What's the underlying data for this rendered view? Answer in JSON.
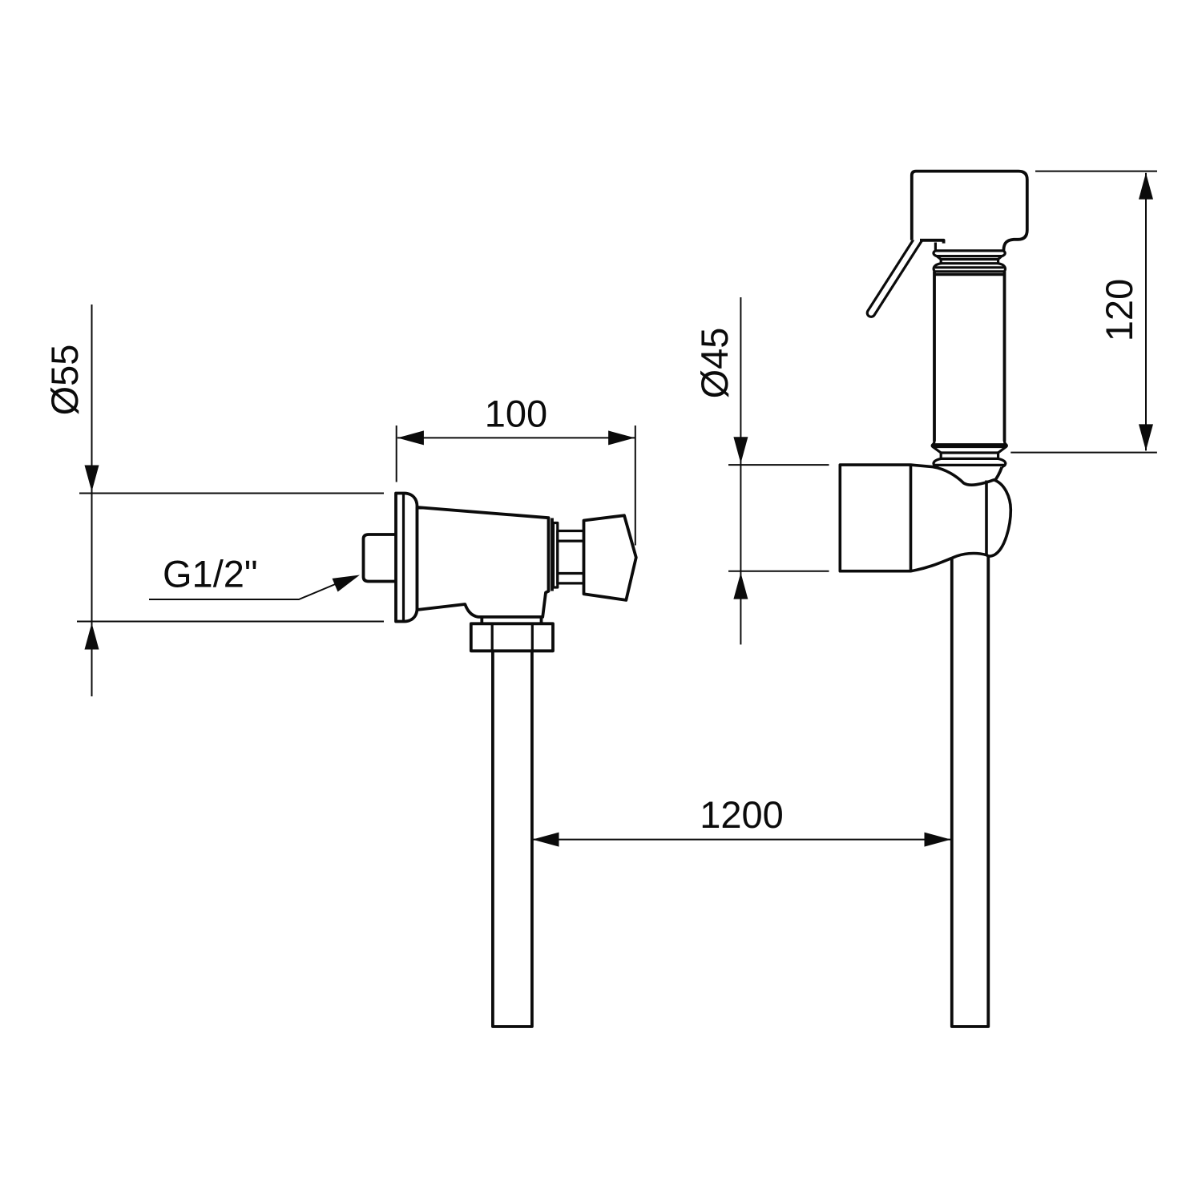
{
  "page": {
    "background": "#ffffff",
    "line_color": "#0b0b0b",
    "description": "Technical dimension drawing of a wall-mounted push valve with hand spray, holder and hoses"
  },
  "dimensions": {
    "valve_flange_diameter": "Ø55",
    "valve_depth": "100",
    "inlet_thread": "G1/2\"",
    "holder_diameter": "Ø45",
    "spray_head_length": "120",
    "hose_length": "1200"
  }
}
